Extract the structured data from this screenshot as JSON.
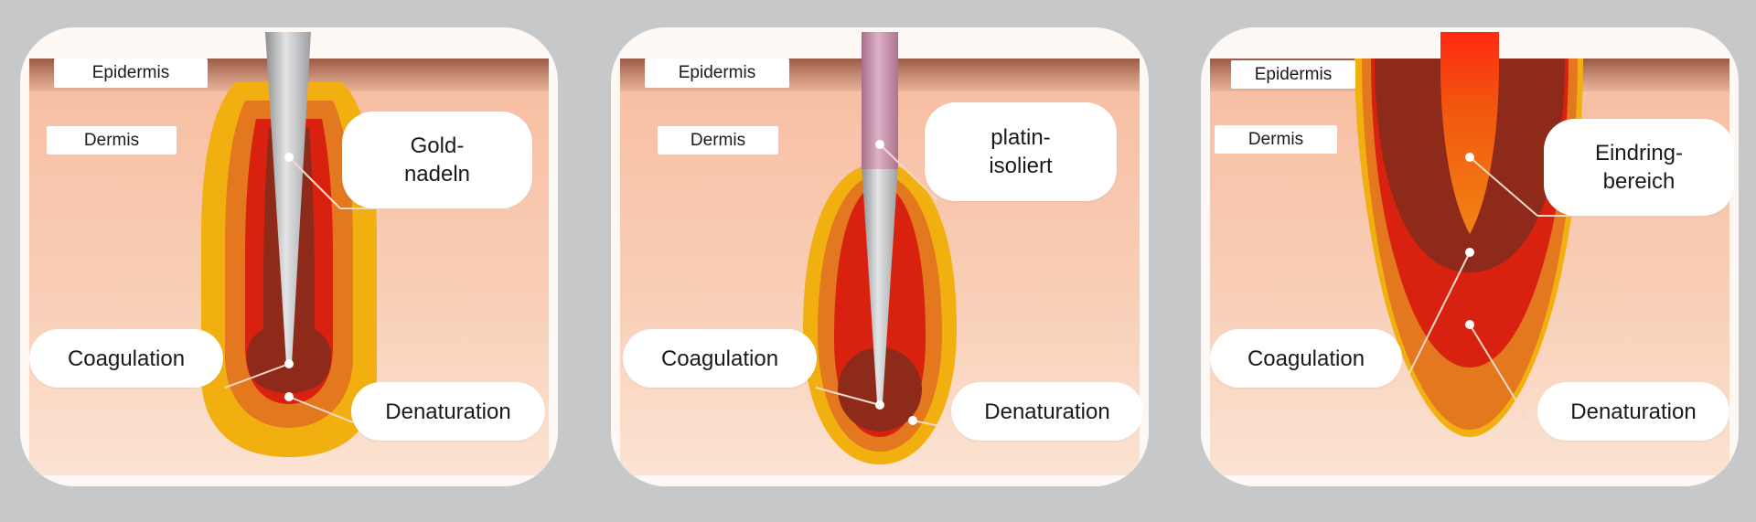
{
  "panels": [
    {
      "epidermis_label": "Epidermis",
      "dermis_label": "Dermis",
      "needle_label": [
        "Gold-",
        "nadeln"
      ],
      "coagulation_label": "Coagulation",
      "denaturation_label": "Denaturation"
    },
    {
      "epidermis_label": "Epidermis",
      "dermis_label": "Dermis",
      "needle_label": [
        "platin-",
        "isoliert"
      ],
      "coagulation_label": "Coagulation",
      "denaturation_label": "Denaturation"
    },
    {
      "epidermis_label": "Epidermis",
      "dermis_label": "Dermis",
      "needle_label": [
        "Eindring-",
        "bereich"
      ],
      "coagulation_label": "Coagulation",
      "denaturation_label": "Denaturation"
    }
  ],
  "colors": {
    "background": "#c7c8ca",
    "epidermis": "#a56a55",
    "dermis": "#f7c4a9",
    "outer_zone": "#f2b010",
    "orange_zone": "#e3781f",
    "red_zone": "#d8220f",
    "dark_zone": "#8e2a1a",
    "needle_silver": "#b4b6b9",
    "needle_insulation": "#c28aa4",
    "penetration_core": "#f07a12"
  }
}
